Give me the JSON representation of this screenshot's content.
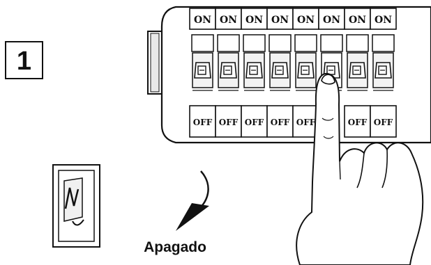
{
  "step_number": "1",
  "caption": "Apagado",
  "breaker_panel": {
    "switches": [
      {
        "top": "ON",
        "bottom": "OFF",
        "pressed": false
      },
      {
        "top": "ON",
        "bottom": "OFF",
        "pressed": false
      },
      {
        "top": "ON",
        "bottom": "OFF",
        "pressed": false
      },
      {
        "top": "ON",
        "bottom": "OFF",
        "pressed": false
      },
      {
        "top": "ON",
        "bottom": "OFF",
        "pressed": false
      },
      {
        "top": "ON",
        "bottom": "",
        "pressed": true
      },
      {
        "top": "ON",
        "bottom": "OFF",
        "pressed": false
      },
      {
        "top": "ON",
        "bottom": "OFF",
        "pressed": false
      }
    ]
  },
  "icons": {
    "hand": "pointing-hand-icon",
    "arrow": "curved-arrow-icon",
    "switch": "rocker-switch-icon"
  },
  "colors": {
    "ink": "#111111",
    "paper": "#ffffff",
    "shade": "#d9d9d9"
  }
}
